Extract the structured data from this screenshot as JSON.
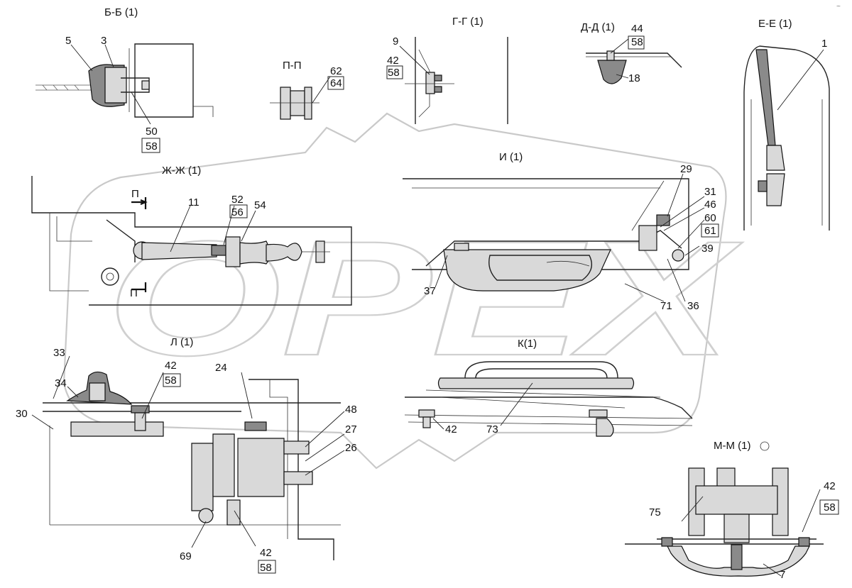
{
  "sections": [
    {
      "id": "bb",
      "title": "Б-Б (1)"
    },
    {
      "id": "pp",
      "title": "П-П"
    },
    {
      "id": "gg",
      "title": "Г-Г (1)"
    },
    {
      "id": "dd",
      "title": "Д-Д (1)"
    },
    {
      "id": "ee",
      "title": "Е-Е (1)"
    },
    {
      "id": "zhzh",
      "title": "Ж-Ж (1)"
    },
    {
      "id": "i",
      "title": "И (1)"
    },
    {
      "id": "l",
      "title": "Л (1)"
    },
    {
      "id": "k",
      "title": "К(1)"
    },
    {
      "id": "mm",
      "title": "М-М  (1)"
    }
  ],
  "callouts": [
    "5",
    "3",
    "50",
    "58",
    "62",
    "64",
    "9",
    "42",
    "58",
    "44",
    "58",
    "18",
    "1",
    "29",
    "31",
    "46",
    "60",
    "61",
    "39",
    "37",
    "71",
    "36",
    "11",
    "52",
    "56",
    "54",
    "33",
    "42",
    "58",
    "34",
    "30",
    "24",
    "48",
    "27",
    "26",
    "69",
    "42",
    "58",
    "73",
    "42",
    "75",
    "42",
    "58",
    "7"
  ],
  "cut_marks": [
    "П",
    "П"
  ],
  "watermark": "OPEX",
  "corner_mark": "~"
}
